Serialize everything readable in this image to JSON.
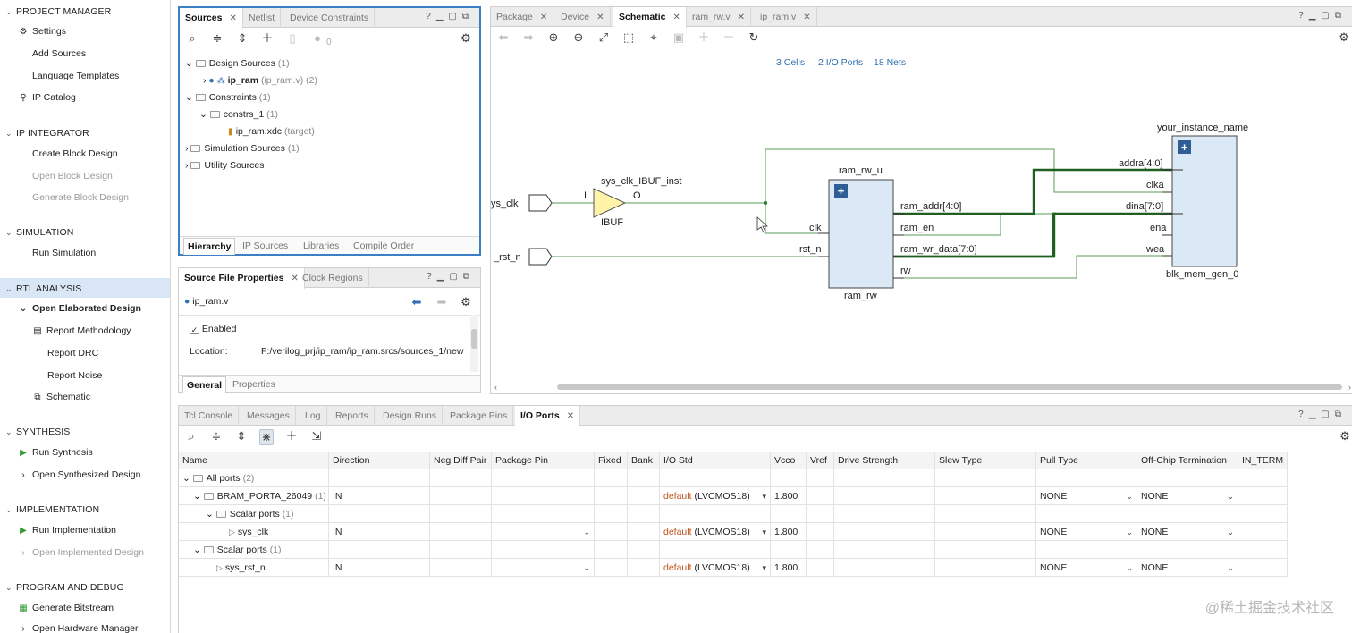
{
  "nav": {
    "project_manager": "PROJECT MANAGER",
    "settings": "Settings",
    "add_sources": "Add Sources",
    "language_templates": "Language Templates",
    "ip_catalog": "IP Catalog",
    "ip_integrator": "IP INTEGRATOR",
    "create_block_design": "Create Block Design",
    "open_block_design": "Open Block Design",
    "generate_block_design": "Generate Block Design",
    "simulation": "SIMULATION",
    "run_simulation": "Run Simulation",
    "rtl_analysis": "RTL ANALYSIS",
    "open_elaborated_design": "Open Elaborated Design",
    "report_methodology": "Report Methodology",
    "report_drc": "Report DRC",
    "report_noise": "Report Noise",
    "schematic": "Schematic",
    "synthesis": "SYNTHESIS",
    "run_synthesis": "Run Synthesis",
    "open_synthesized_design": "Open Synthesized Design",
    "implementation": "IMPLEMENTATION",
    "run_implementation": "Run Implementation",
    "open_implemented_design": "Open Implemented Design",
    "program_and_debug": "PROGRAM AND DEBUG",
    "generate_bitstream": "Generate Bitstream",
    "open_hardware_manager": "Open Hardware Manager"
  },
  "sources": {
    "tabs": [
      "Sources",
      "Netlist",
      "Device Constraints"
    ],
    "badge_count": "0",
    "tree": {
      "design_sources": "Design Sources",
      "design_sources_count": "(1)",
      "ip_ram": "ip_ram",
      "ip_ram_detail": "(ip_ram.v) (2)",
      "constraints": "Constraints",
      "constraints_count": "(1)",
      "constrs_1": "constrs_1",
      "constrs_1_count": "(1)",
      "ip_ram_xdc": "ip_ram.xdc",
      "target": "(target)",
      "simulation_sources": "Simulation Sources",
      "simulation_sources_count": "(1)",
      "utility_sources": "Utility Sources"
    },
    "bottom_tabs": [
      "Hierarchy",
      "IP Sources",
      "Libraries",
      "Compile Order"
    ]
  },
  "props": {
    "tabs": [
      "Source File Properties",
      "Clock Regions"
    ],
    "file": "ip_ram.v",
    "enabled": "Enabled",
    "location_label": "Location:",
    "location_value": "F:/verilog_prj/ip_ram/ip_ram.srcs/sources_1/new",
    "bottom_tabs": [
      "General",
      "Properties"
    ]
  },
  "schematic": {
    "tabs": [
      "Package",
      "Device",
      "Schematic",
      "ram_rw.v",
      "ip_ram.v"
    ],
    "cells": "3 Cells",
    "io_ports": "2 I/O Ports",
    "nets": "18 Nets",
    "labels": {
      "sys_clk": "ys_clk",
      "sys_rst_n": "_rst_n",
      "ibuf_inst": "sys_clk_IBUF_inst",
      "ibuf_i": "I",
      "ibuf_o": "O",
      "ibuf": "IBUF",
      "ram_rw_u": "ram_rw_u",
      "clk": "clk",
      "rst_n": "rst_n",
      "ram_addr": "ram_addr[4:0]",
      "ram_en": "ram_en",
      "ram_wr_data": "ram_wr_data[7:0]",
      "rw": "rw",
      "ram_rw": "ram_rw",
      "your_instance_name": "your_instance_name",
      "addra": "addra[4:0]",
      "clka": "clka",
      "dina": "dina[7:0]",
      "ena": "ena",
      "wea": "wea",
      "blk_mem_gen_0": "blk_mem_gen_0"
    }
  },
  "io": {
    "tabs": [
      "Tcl Console",
      "Messages",
      "Log",
      "Reports",
      "Design Runs",
      "Package Pins",
      "I/O Ports"
    ],
    "columns": [
      "Name",
      "Direction",
      "Neg Diff Pair",
      "Package Pin",
      "Fixed",
      "Bank",
      "I/O Std",
      "Vcco",
      "Vref",
      "Drive Strength",
      "Slew Type",
      "Pull Type",
      "Off-Chip Termination",
      "IN_TERM"
    ],
    "rows": [
      {
        "name": "All ports",
        "count": "(2)"
      },
      {
        "name": "BRAM_PORTA_26049",
        "count": "(1)",
        "direction": "IN",
        "iostd_default": "default",
        "iostd": "(LVCMOS18)",
        "vcco": "1.800",
        "pull": "NONE",
        "offchip": "NONE"
      },
      {
        "name": "Scalar ports",
        "count": "(1)"
      },
      {
        "name": "sys_clk",
        "direction": "IN",
        "iostd_default": "default",
        "iostd": "(LVCMOS18)",
        "vcco": "1.800",
        "pull": "NONE",
        "offchip": "NONE"
      },
      {
        "name": "Scalar ports",
        "count": "(1)"
      },
      {
        "name": "sys_rst_n",
        "direction": "IN",
        "iostd_default": "default",
        "iostd": "(LVCMOS18)",
        "vcco": "1.800",
        "pull": "NONE",
        "offchip": "NONE"
      }
    ]
  },
  "watermark": "@稀土掘金技术社区"
}
